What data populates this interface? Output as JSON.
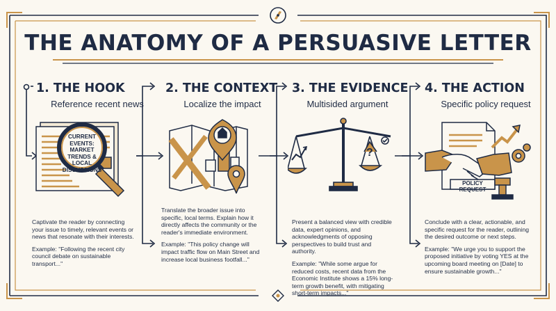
{
  "title": "THE ANATOMY OF A PERSUASIVE LETTER",
  "colors": {
    "navy": "#1f2b44",
    "gold": "#c9944a",
    "paper": "#fbf8f1"
  },
  "steps": [
    {
      "heading": "1. THE HOOK",
      "subheading": "Reference recent news",
      "illustration_text": [
        "CURRENT EVENTS:",
        "MARKET TRENDS &",
        "LOCAL DISCUSSIONS"
      ],
      "description": "Captivate the reader by connecting your issue to timely, relevant events or news that resonate with their interests.",
      "example": "Example: \"Following the recent city council debate on sustainable transport...\""
    },
    {
      "heading": "2. THE CONTEXT",
      "subheading": "Localize the impact",
      "description": "Translate the broader issue into specific, local terms. Explain how it directly affects the community or the reader's immediate environment.",
      "example": "Example: \"This policy change will impact traffic flow on Main Street and increase local business footfall...\""
    },
    {
      "heading": "3. THE EVIDENCE",
      "subheading": "Multisided argument",
      "description": "Present a balanced view with credible data, expert opinions, and acknowledgments of opposing perspectives to build trust and authority.",
      "example": "Example: \"While some argue for reduced costs, recent data from the Economic Institute shows a 15% long-term growth benefit, with mitigating short-term impacts...\""
    },
    {
      "heading": "4. THE ACTION",
      "subheading": "Specific policy request",
      "illustration_text": [
        "POLICY REQUEST"
      ],
      "description": "Conclude with a clear, actionable, and specific request for the reader, outlining the desired outcome or next steps.",
      "example": "Example: \"We urge you to support the proposed initiative by voting YES at the upcoming board meeting on [Date] to ensure sustainable growth...\""
    }
  ]
}
